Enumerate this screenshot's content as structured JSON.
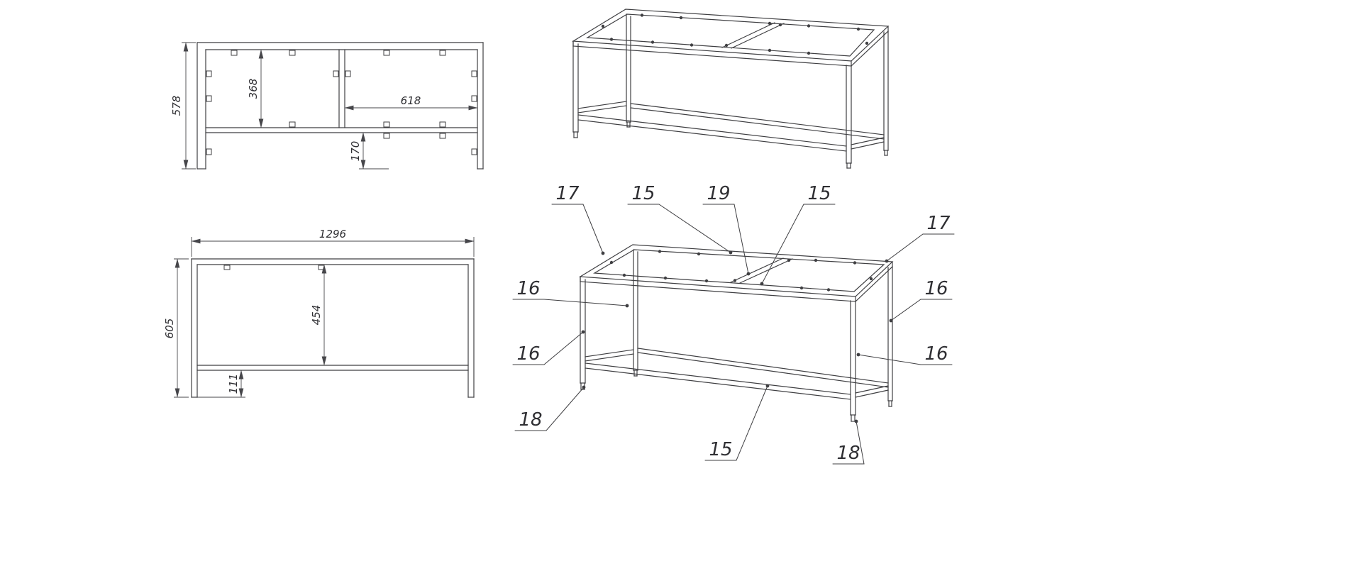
{
  "colors": {
    "background": "#ffffff",
    "line": "#3f3f42",
    "dim": "#46464a",
    "text": "#2f2f33"
  },
  "views": {
    "front": {
      "dims": {
        "d578": "578",
        "d368": "368",
        "d618": "618",
        "d170": "170"
      }
    },
    "side": {
      "dims": {
        "d1296": "1296",
        "d605": "605",
        "d454": "454",
        "d111": "111"
      }
    },
    "iso_annotated": {
      "callouts": {
        "c17a": "17",
        "c15a": "15",
        "c19": "19",
        "c15b": "15",
        "c17b": "17",
        "c16a": "16",
        "c16b": "16",
        "c16c": "16",
        "c16d": "16",
        "c18a": "18",
        "c15c": "15",
        "c18b": "18"
      }
    }
  }
}
